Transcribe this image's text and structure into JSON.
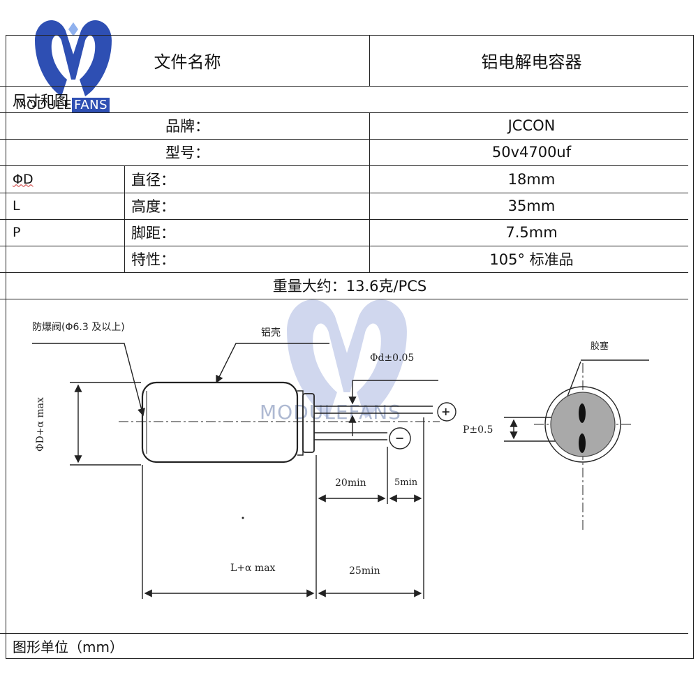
{
  "header": {
    "file_name_label": "文件名称",
    "file_name_value": "铝电解电容器",
    "section_label": "尺寸和图"
  },
  "logo": {
    "text_module": "MODULE",
    "text_fans": "FANS"
  },
  "specs": {
    "brand_label": "品牌：",
    "brand_value": "JCCON",
    "model_label": "型号：",
    "model_value": "50v4700uf",
    "diameter_symbol": "ΦD",
    "diameter_label": "直径：",
    "diameter_value": "18mm",
    "height_symbol": "L",
    "height_label": "高度：",
    "height_value": "35mm",
    "pitch_symbol": "P",
    "pitch_label": "脚距：",
    "pitch_value": "7.5mm",
    "feature_label": "特性：",
    "feature_value": "105° 标准品",
    "weight": "重量大约：13.6克/PCS"
  },
  "drawing": {
    "vent_label": "防爆阀(Φ6.3 及以上)",
    "shell_label": "铝壳",
    "lead_dia_label": "Φd±0.05",
    "body_dia_label": "ΦD+α max",
    "length_label": "L+α max",
    "min20_label": "20min",
    "min5_label": "5min",
    "min25_label": "25min",
    "plus_sign": "+",
    "minus_sign": "−",
    "rubber_label": "胶塞",
    "pitch_tol_label": "P±0.5"
  },
  "footer": {
    "unit_note": "图形单位（mm）"
  }
}
